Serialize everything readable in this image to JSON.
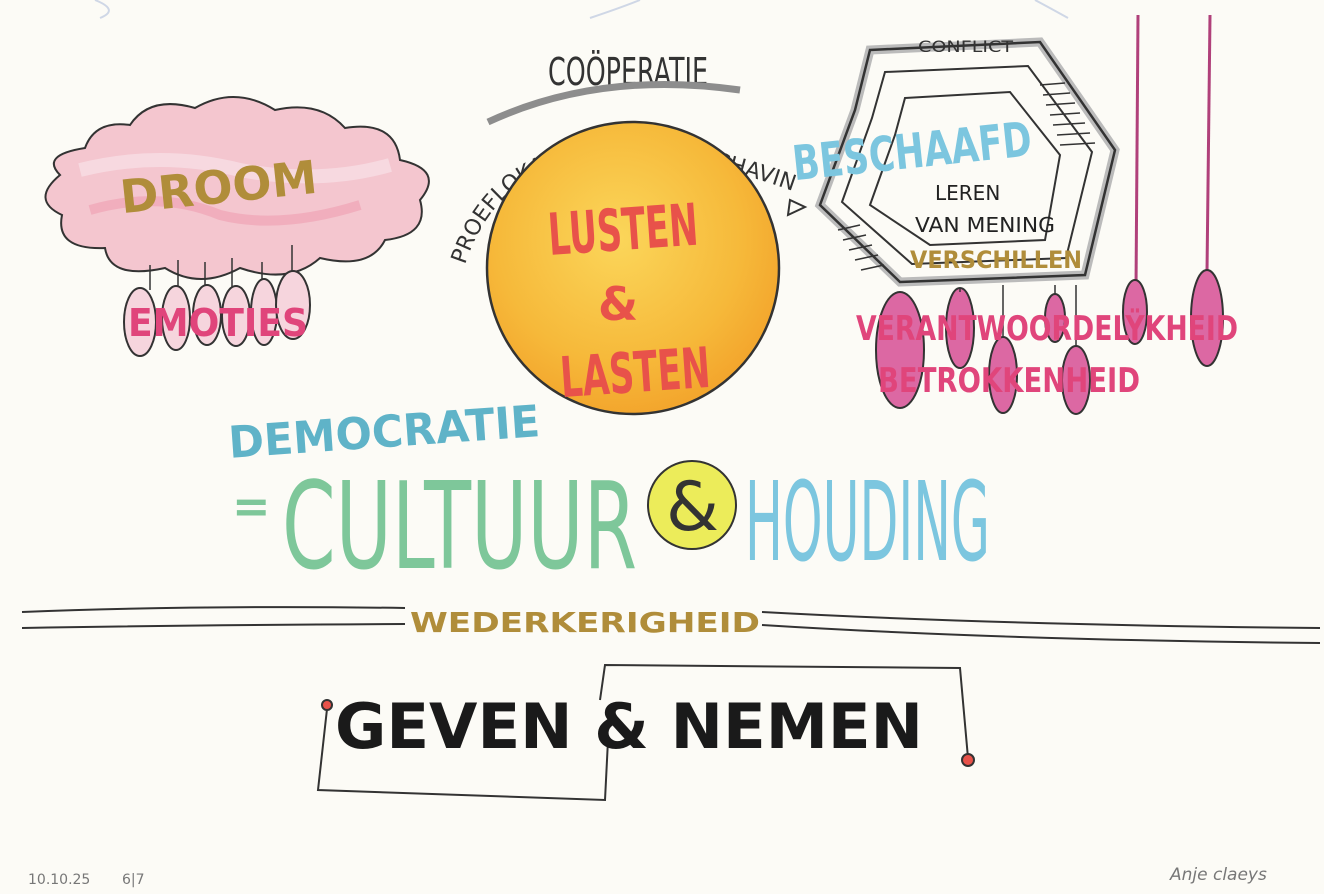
{
  "cloud": {
    "title": "DROOM",
    "pendants": "EMOTIES"
  },
  "cooperatie": {
    "title": "COÖPERATIE",
    "arc_text": "PROEFLOKAAL VAN DE BESCHAVING"
  },
  "sun": {
    "line1": "LUSTEN",
    "amp": "&",
    "line2": "LASTEN"
  },
  "conflict": {
    "label": "CONFLICT",
    "beschaafd": "BESCHAAFD",
    "leren": "LEREN",
    "van_mening": "VAN MENING",
    "verschillen": "VERSCHILLEN"
  },
  "values": {
    "verantwoordelijkheid": "VERANTWOORDELŸKHEID",
    "betrokkenheid": "BETROKKENHEID"
  },
  "center": {
    "democratie": "DEMOCRATIE",
    "equals": "=",
    "cultuur": "CULTUUR",
    "amp": "&",
    "houding": "HOUDING"
  },
  "divider": {
    "label": "WEDERKERIGHEID"
  },
  "bottom": {
    "title": "GEVEN & NEMEN"
  },
  "footer": {
    "date": "10.10.25",
    "page": "6|7",
    "signature": "Anje claeys"
  },
  "colors": {
    "paper": "#fcfbf6",
    "gold": "#b08d3a",
    "pink": "#e0457b",
    "blue": "#7cc6df",
    "green": "#7ec79a",
    "red": "#e8524a",
    "ink": "#222222"
  }
}
